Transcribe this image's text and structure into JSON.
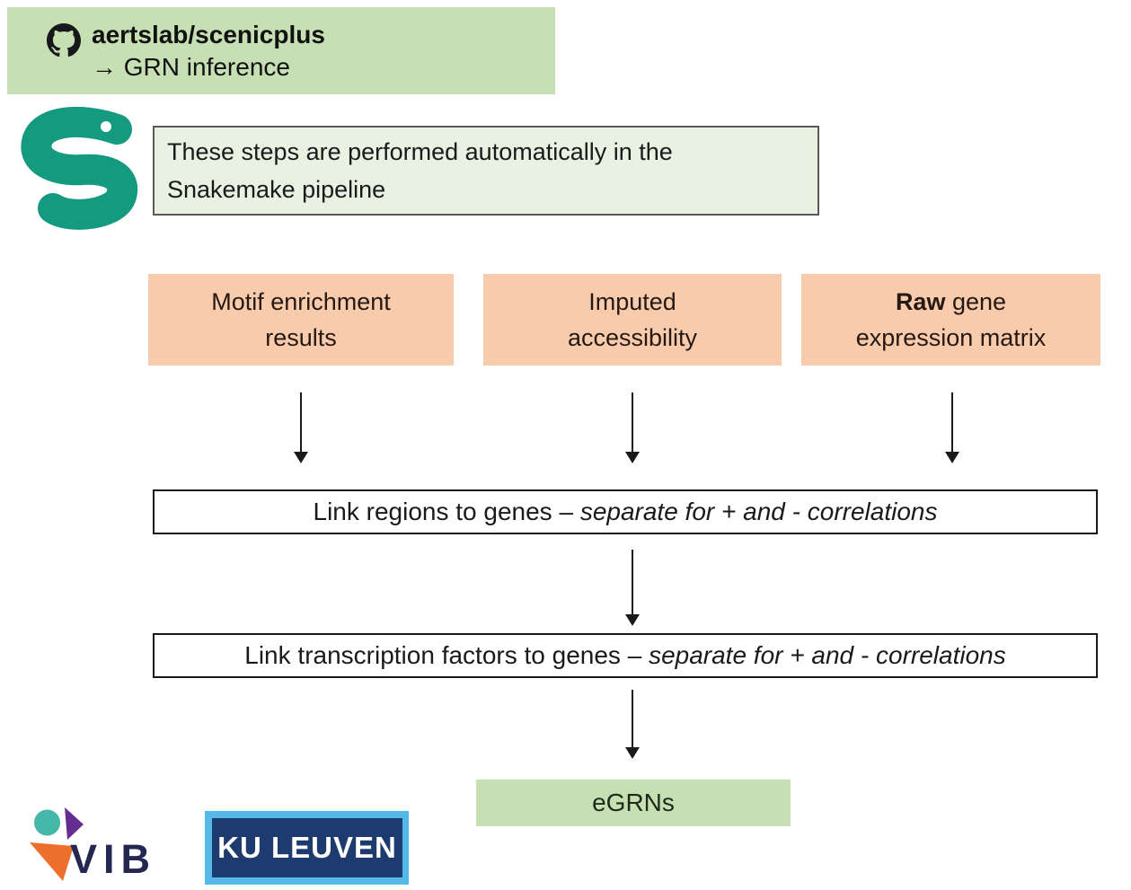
{
  "banner": {
    "repo": "aertslab/scenicplus",
    "subtitle": "→ GRN inference"
  },
  "note": {
    "line1": "These steps are performed automatically in the",
    "line2": "Snakemake pipeline"
  },
  "inputs": {
    "motif": {
      "line1": "Motif enrichment",
      "line2": "results"
    },
    "imputed": {
      "line1": "Imputed",
      "line2": "accessibility"
    },
    "raw": {
      "bold": "Raw",
      "line1_rest": " gene",
      "line2": "expression matrix"
    }
  },
  "steps": {
    "regions": {
      "plain": "Link regions to genes – ",
      "italic": "separate for + and - correlations"
    },
    "tfs": {
      "plain": "Link transcription factors to genes – ",
      "italic": "separate for + and - correlations"
    }
  },
  "output": {
    "label": "eGRNs"
  },
  "logos": {
    "vib": "VIB",
    "kuleuven": "KU LEUVEN"
  },
  "icons": {
    "github": "github-octocat-mark",
    "snakemake": "snakemake-snake"
  },
  "colors": {
    "banner_green": "#c6e0b4",
    "note_green": "#e9f2e2",
    "input_orange": "#f8cbad",
    "output_green": "#c6e0b4",
    "snakemake_teal": "#149a7f",
    "vib_teal": "#45b7a8",
    "vib_purple": "#662d91",
    "vib_orange": "#ee6f2d",
    "vib_navy": "#232752",
    "kuleuven_lightblue": "#55b8e6",
    "kuleuven_navy": "#1d3b6e"
  }
}
